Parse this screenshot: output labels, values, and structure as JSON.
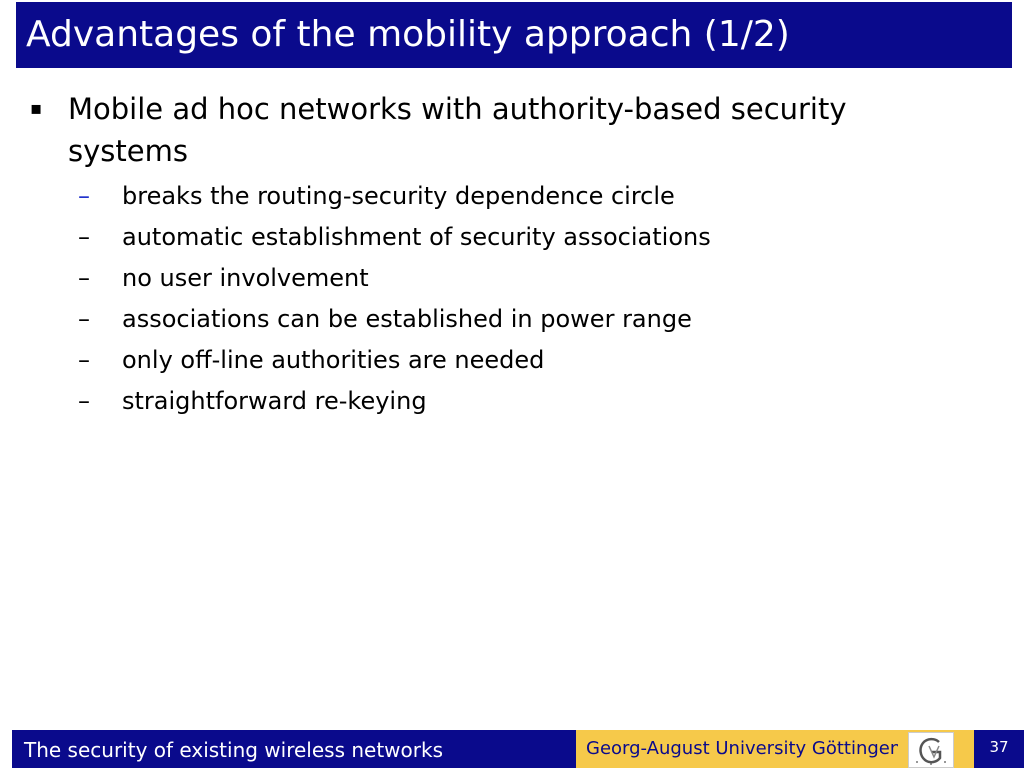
{
  "slide": {
    "title": "Advantages of the mobility approach (1/2)",
    "main_point": "Mobile ad hoc networks with authority-based security systems",
    "sub_points": [
      "breaks the routing-security dependence circle",
      "automatic establishment of security associations",
      "no user involvement",
      "associations can be established in power range",
      "only off-line authorities are needed",
      "straightforward re-keying"
    ],
    "bullet_glyph": "▪",
    "dash_glyph": "–"
  },
  "footer": {
    "course": "The security of existing wireless networks",
    "university": "Georg-August University Göttingen",
    "logo_icon": "university-seal-icon",
    "page_number": "37"
  },
  "colors": {
    "title_bg": "#0a0a8c",
    "footer_accent": "#f6c94a",
    "highlight_dash": "#2233cc"
  }
}
